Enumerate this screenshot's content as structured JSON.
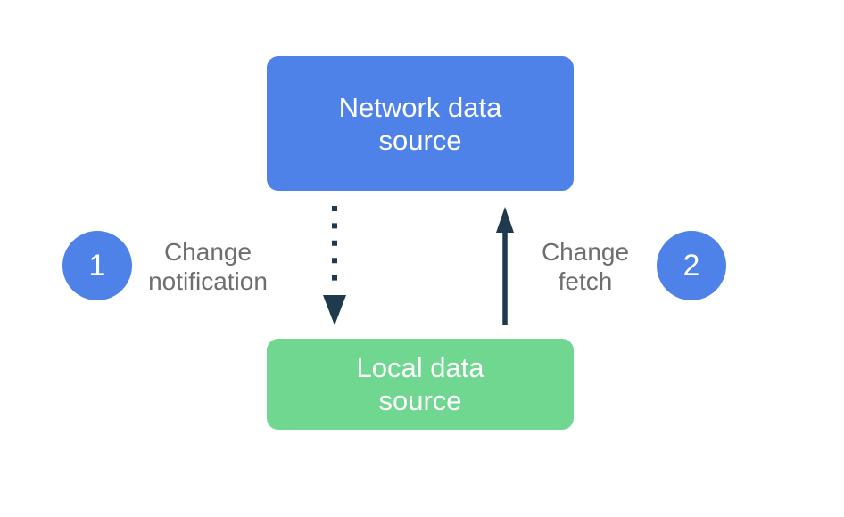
{
  "canvas": {
    "background_color": "#ffffff"
  },
  "nodes": {
    "network": {
      "label": "Network data\nsource",
      "fill_color": "#4e82e8",
      "text_color": "#ffffff"
    },
    "local": {
      "label": "Local data\nsource",
      "fill_color": "#6fd78f",
      "text_color": "#ffffff"
    }
  },
  "annotations": [
    {
      "number": "1",
      "label": "Change\nnotification"
    },
    {
      "number": "2",
      "label": "Change\nfetch"
    }
  ],
  "badge": {
    "fill_color": "#4e82e8",
    "text_color": "#ffffff"
  },
  "labels": {
    "text_color": "#6e6e6e"
  },
  "arrows": {
    "color": "#1f3a4e",
    "down_arrow_style": "dotted",
    "up_arrow_style": "solid"
  }
}
